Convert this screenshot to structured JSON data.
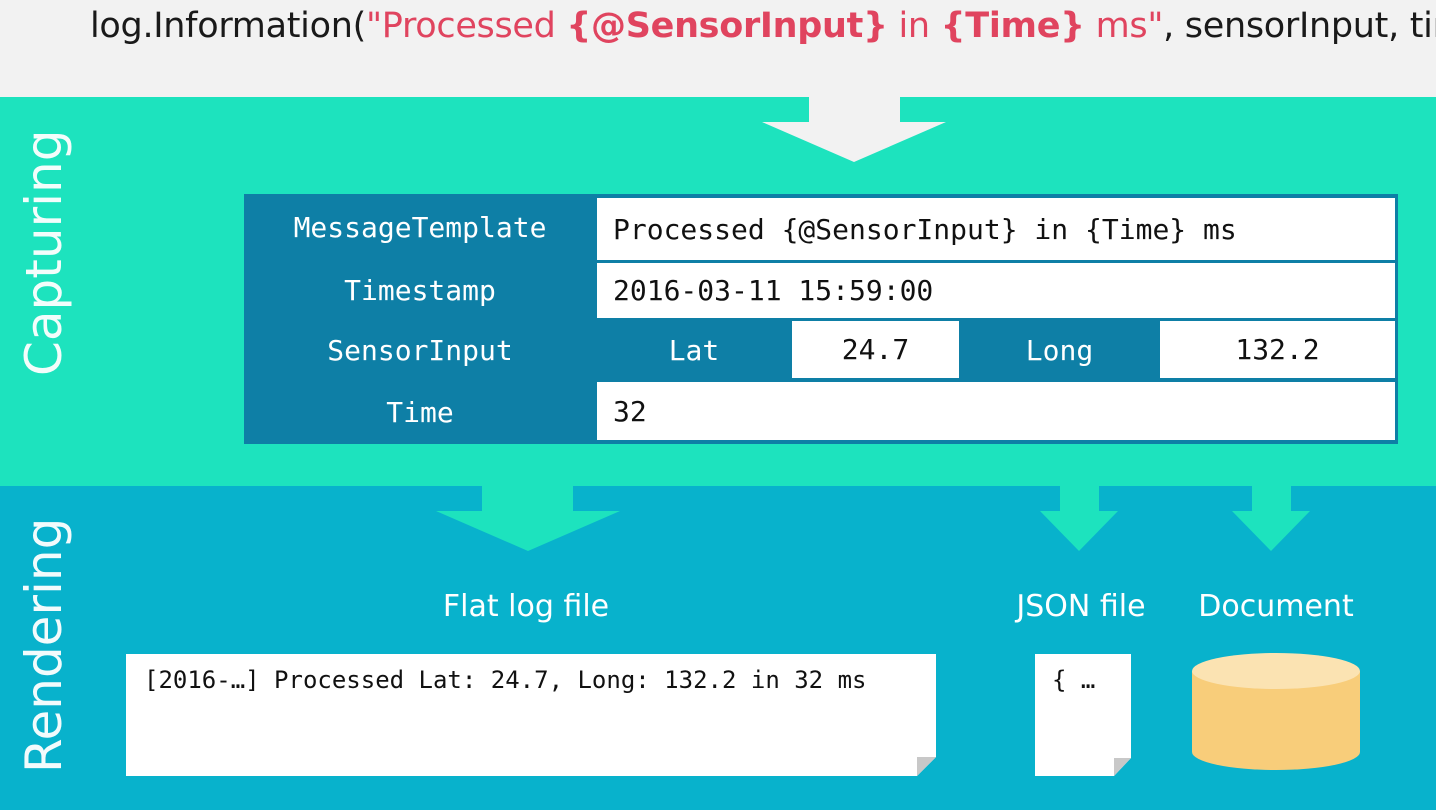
{
  "code": {
    "prefix": "log.Information(",
    "quote_open": "\"",
    "str_part1": "Processed ",
    "hole1": "{@SensorInput}",
    "str_part2": " in ",
    "hole2": "{Time}",
    "str_part3": " ms\"",
    "suffix": ", sensorInput, time)"
  },
  "sections": {
    "capturing": "Capturing",
    "rendering": "Rendering"
  },
  "event": {
    "message_template": {
      "key": "MessageTemplate",
      "value": "Processed {@SensorInput} in {Time} ms"
    },
    "timestamp": {
      "key": "Timestamp",
      "value": "2016-03-11 15:59:00"
    },
    "sensor_input": {
      "key": "SensorInput",
      "lat_key": "Lat",
      "lat_value": "24.7",
      "long_key": "Long",
      "long_value": "132.2"
    },
    "time": {
      "key": "Time",
      "value": "32"
    }
  },
  "outputs": {
    "flat_log": {
      "label": "Flat log file",
      "content": "[2016-…] Processed Lat: 24.7, Long: 132.2 in 32 ms"
    },
    "json_file": {
      "label": "JSON file",
      "content": "{ …"
    },
    "document": {
      "label": "Document"
    }
  },
  "colors": {
    "capture_band": "#1de3be",
    "render_band": "#08b2cc",
    "key_cell": "#0e7fa6",
    "highlight": "#e0445f",
    "cylinder": "#f8cd7a"
  }
}
